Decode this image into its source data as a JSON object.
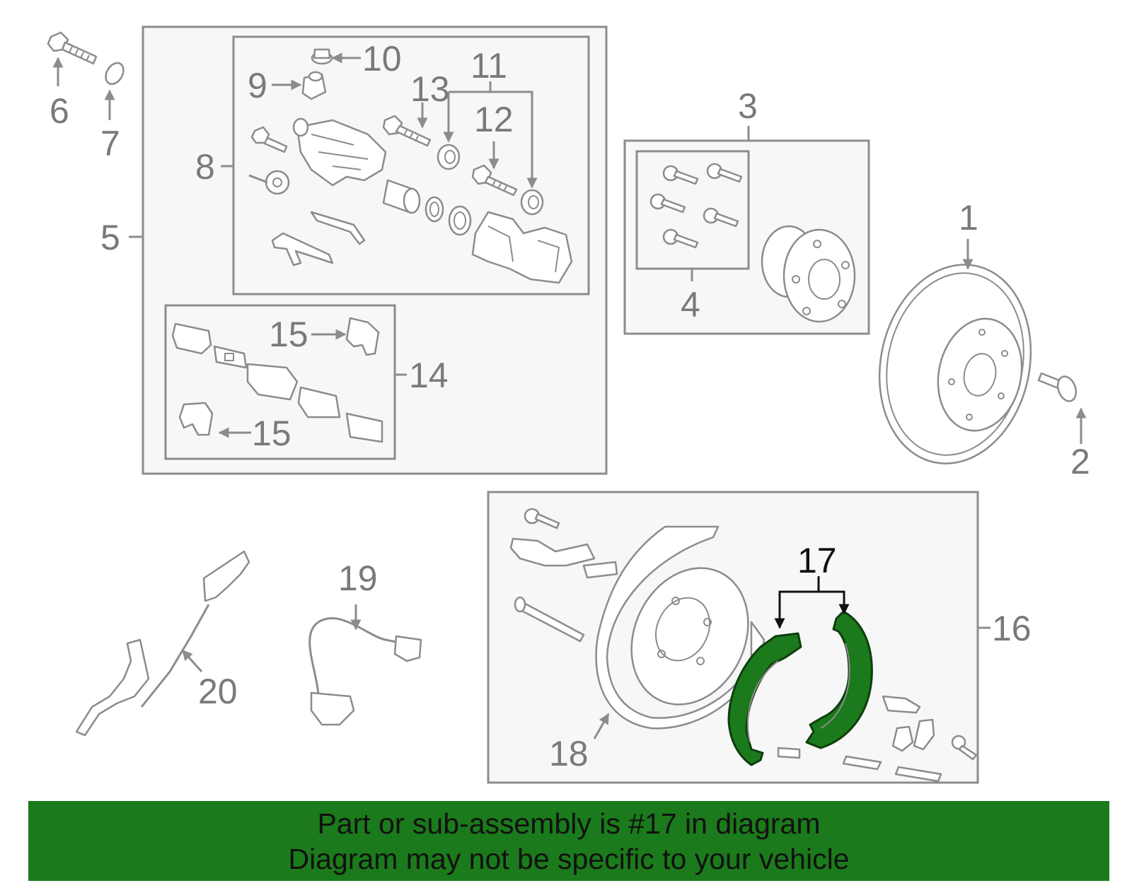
{
  "callouts": {
    "c1": "1",
    "c2": "2",
    "c3": "3",
    "c4": "4",
    "c5": "5",
    "c6": "6",
    "c7": "7",
    "c8": "8",
    "c9": "9",
    "c10": "10",
    "c11": "11",
    "c12": "12",
    "c13": "13",
    "c14": "14",
    "c15a": "15",
    "c15b": "15",
    "c16": "16",
    "c17": "17",
    "c18": "18",
    "c19": "19",
    "c20": "20"
  },
  "highlight": {
    "part_number": "17",
    "color": "#1b7a1b"
  },
  "banner": {
    "line1": "Part or sub-assembly is #17 in diagram",
    "line2": "Diagram may not be specific to your vehicle",
    "background": "#1b7a1b"
  },
  "colors": {
    "line": "#8c8c8c",
    "panel": "#f7f7f7",
    "highlight_part": "#1b7a1b",
    "active_label": "#111111"
  }
}
